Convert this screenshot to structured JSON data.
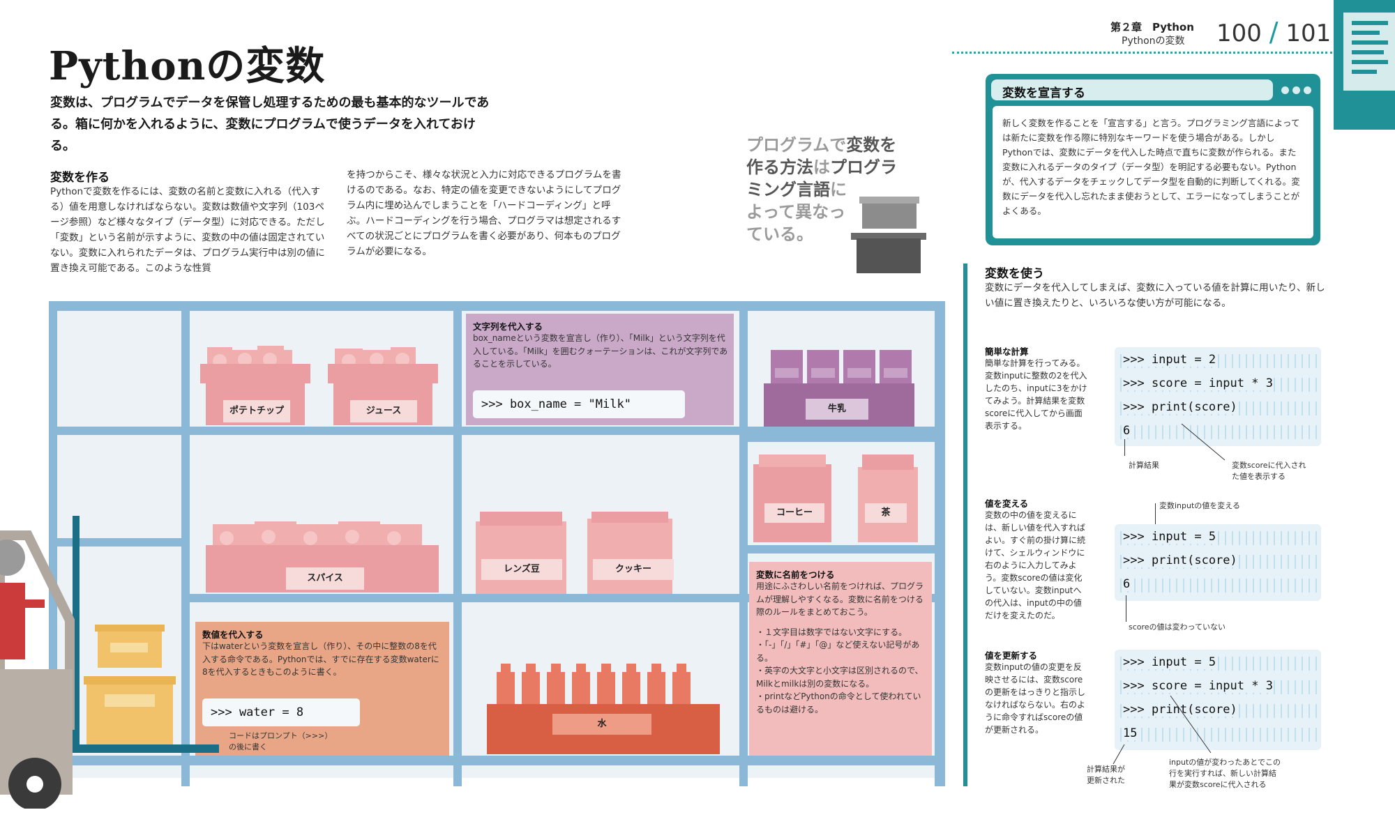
{
  "header": {
    "chapter": "第２章　Python",
    "section": "Pythonの変数",
    "page_left": "100",
    "page_sep": "/",
    "page_right": "101"
  },
  "title": "Pythonの変数",
  "lead": "変数は、プログラムでデータを保管し処理するための最も基本的なツールである。箱に何かを入れるように、変数にプログラムで使うデータを入れておける。",
  "make": {
    "heading": "変数を作る",
    "col1": "Pythonで変数を作るには、変数の名前と変数に入れる（代入する）値を用意しなければならない。変数は数値や文字列（103ページ参照）など様々なタイプ（データ型）に対応できる。ただし「変数」という名前が示すように、変数の中の値は固定されていない。変数に入れられたデータは、プログラム実行中は別の値に置き換え可能である。このような性質",
    "col2": "を持つからこそ、様々な状況と入力に対応できるプログラムを書けるのである。なお、特定の値を変更できないようにしてプログラム内に埋め込んでしまうことを「ハードコーディング」と呼ぶ。ハードコーディングを行う場合、プログラマは想定されるすべての状況ごとにプログラムを書く必要があり、何本ものプログラムが必要になる。"
  },
  "pullquote": {
    "p1": "プログラムで",
    "p2": "変数を",
    "p3": "作る方法",
    "p4": "は",
    "p5": "プログラ",
    "p6": "ミング言語",
    "p7": "に",
    "p8": "よって異なっ",
    "p9": "ている。"
  },
  "declare": {
    "heading": "変数を宣言する",
    "text": "新しく変数を作ることを「宣言する」と言う。プログラミング言語によっては新たに変数を作る際に特別なキーワードを使う場合がある。しかしPythonでは、変数にデータを代入した時点で直ちに変数が作られる。また変数に入れるデータのタイプ（データ型）を明記する必要もない。Pythonが、代入するデータをチェックしてデータ型を自動的に判断してくれる。変数にデータを代入し忘れたまま使おうとして、エラーになってしまうことがよくある。"
  },
  "use": {
    "heading": "変数を使う",
    "text": "変数にデータを代入してしまえば、変数に入っている値を計算に用いたり、新しい値に置き換えたりと、いろいろな使い方が可能になる。"
  },
  "simple": {
    "heading": "簡単な計算",
    "text": "簡単な計算を行ってみる。変数inputに整数の2を代入したのち、inputに3をかけてみよう。計算結果を変数scoreに代入してから画面表示する。",
    "code": [
      ">>> input = 2",
      ">>> score = input * 3",
      ">>> print(score)",
      "6"
    ],
    "ann_result": "計算結果",
    "ann_print": "変数scoreに代入された値を表示する"
  },
  "change": {
    "heading": "値を変える",
    "text": "変数の中の値を変えるには、新しい値を代入すればよい。すぐ前の掛け算に続けて、シェルウィンドウに右のように入力してみよう。変数scoreの値は変化していない。変数inputへの代入は、inputの中の値だけを変えたのだ。",
    "ann_top": "変数inputの値を変える",
    "code": [
      ">>> input = 5",
      ">>> print(score)",
      "6"
    ],
    "ann_bottom": "scoreの値は変わっていない"
  },
  "update": {
    "heading": "値を更新する",
    "text": "変数inputの値の変更を反映させるには、変数scoreの更新をはっきりと指示しなければならない。右のように命令すればscoreの値が更新される。",
    "code": [
      ">>> input = 5",
      ">>> score = input * 3",
      ">>> print(score)",
      "15"
    ],
    "ann_left": "計算結果が更新された",
    "ann_right": "inputの値が変わったあとでこの行を実行すれば、新しい計算結果が変数scoreに代入される"
  },
  "shelf": {
    "items": {
      "chips": "ポテトチップ",
      "juice": "ジュース",
      "milk": "牛乳",
      "coffee": "コーヒー",
      "tea": "茶",
      "spice": "スパイス",
      "lentil": "レンズ豆",
      "cookie": "クッキー",
      "water": "水"
    },
    "string_panel": {
      "title": "文字列を代入する",
      "text": "box_nameという変数を宣言し（作り）、「Milk」という文字列を代入している。「Milk」を囲むクォーテーションは、これが文字列であることを示している。",
      "code": ">>> box_name = \"Milk\""
    },
    "number_panel": {
      "title": "数値を代入する",
      "text": "下はwaterという変数を宣言し（作り）、その中に整数の8を代入する命令である。Pythonでは、すでに存在する変数waterに8を代入するときもこのように書く。",
      "code": ">>> water = 8",
      "note": "コードはプロンプト（>>>）の後に書く"
    },
    "naming_panel": {
      "title": "変数に名前をつける",
      "text": "用途にふさわしい名前をつければ、プログラムが理解しやすくなる。変数に名前をつける際のルールをまとめておこう。",
      "rules": [
        "・１文字目は数字ではない文字にする。",
        "・「-」「/」「#」「@」など使えない記号がある。",
        "・英字の大文字と小文字は区別されるので、Milkとmilkは別の変数になる。",
        "・printなどPythonの命令として使われているものは避ける。"
      ]
    }
  },
  "colors": {
    "teal": "#1f9197",
    "shelf_blue": "#8ab8d6",
    "purple_panel": "#c9a8c8",
    "orange_panel": "#e8a687",
    "pink_panel": "#f2bcbc"
  }
}
